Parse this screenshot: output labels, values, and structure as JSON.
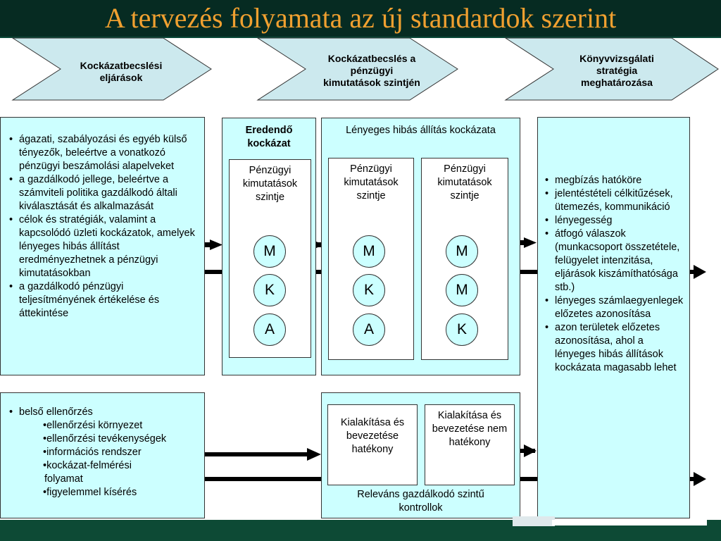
{
  "title": "A tervezés folyamata az új standardok szerint",
  "colors": {
    "title_bg": "#062b22",
    "title_text": "#f0a030",
    "box_fill": "#ccffff",
    "chevron_fill": "#cce9ee",
    "footer": "#0d4a35"
  },
  "chevrons": [
    {
      "lines": [
        "Kockázatbecslési",
        "eljárások"
      ]
    },
    {
      "lines": [
        "Kockázatbecslés a",
        "pénzügyi",
        "kimutatások szintjén"
      ]
    },
    {
      "lines": [
        "Könyvvizsgálati",
        "stratégia",
        "meghatározása"
      ]
    }
  ],
  "left_top": [
    "ágazati, szabályozási és egyéb külső tényezők, beleértve a vonatkozó pénzügyi beszámolási alapelveket",
    "a gazdálkodó jellege, beleértve a számviteli politika gazdálkodó általi kiválasztását és alkalmazását",
    "célok és stratégiák, valamint a kapcsolódó üzleti kockázatok, amelyek lényeges hibás állítást eredményezhetnek a pénzügyi kimutatásokban",
    "a gazdálkodó pénzügyi teljesítményének értékelése és áttekintése"
  ],
  "left_bottom": {
    "bullet": "belső ellenőrzés",
    "subitems": [
      "•ellenőrzési környezet",
      "•ellenőrzési tevékenységek",
      "•információs rendszer",
      "•kockázat-felmérési",
      "folyamat",
      "•figyelemmel kísérés"
    ]
  },
  "inherent": {
    "title": "Eredendő kockázat",
    "panel_label": "Pénzügyi kimutatások szintje",
    "circles": [
      "M",
      "K",
      "A"
    ]
  },
  "material": {
    "title": "Lényeges hibás állítás kockázata",
    "panels": [
      {
        "label": "Pénzügyi kimutatások szintje",
        "circles": [
          "M",
          "K",
          "A"
        ]
      },
      {
        "label": "Pénzügyi kimutatások szintje",
        "circles": [
          "M",
          "M",
          "K"
        ]
      }
    ]
  },
  "controls": {
    "title": "Releváns gazdálkodó szintű kontrollok",
    "effective": "Kialakítása és bevezetése hatékony",
    "ineffective": "Kialakítása és bevezetése nem hatékony"
  },
  "right": [
    "megbízás hatóköre",
    "jelentéstételi célkitűzések, ütemezés, kommunikáció",
    "lényegesség",
    "átfogó válaszok (munkacsoport összetétele, felügyelet intenzitása, eljárások kiszámíthatósága stb.)",
    "lényeges számlaegyenlegek előzetes azonosítása",
    "azon területek előzetes azonosítása, ahol a lényeges hibás állítások kockázata magasabb lehet"
  ]
}
